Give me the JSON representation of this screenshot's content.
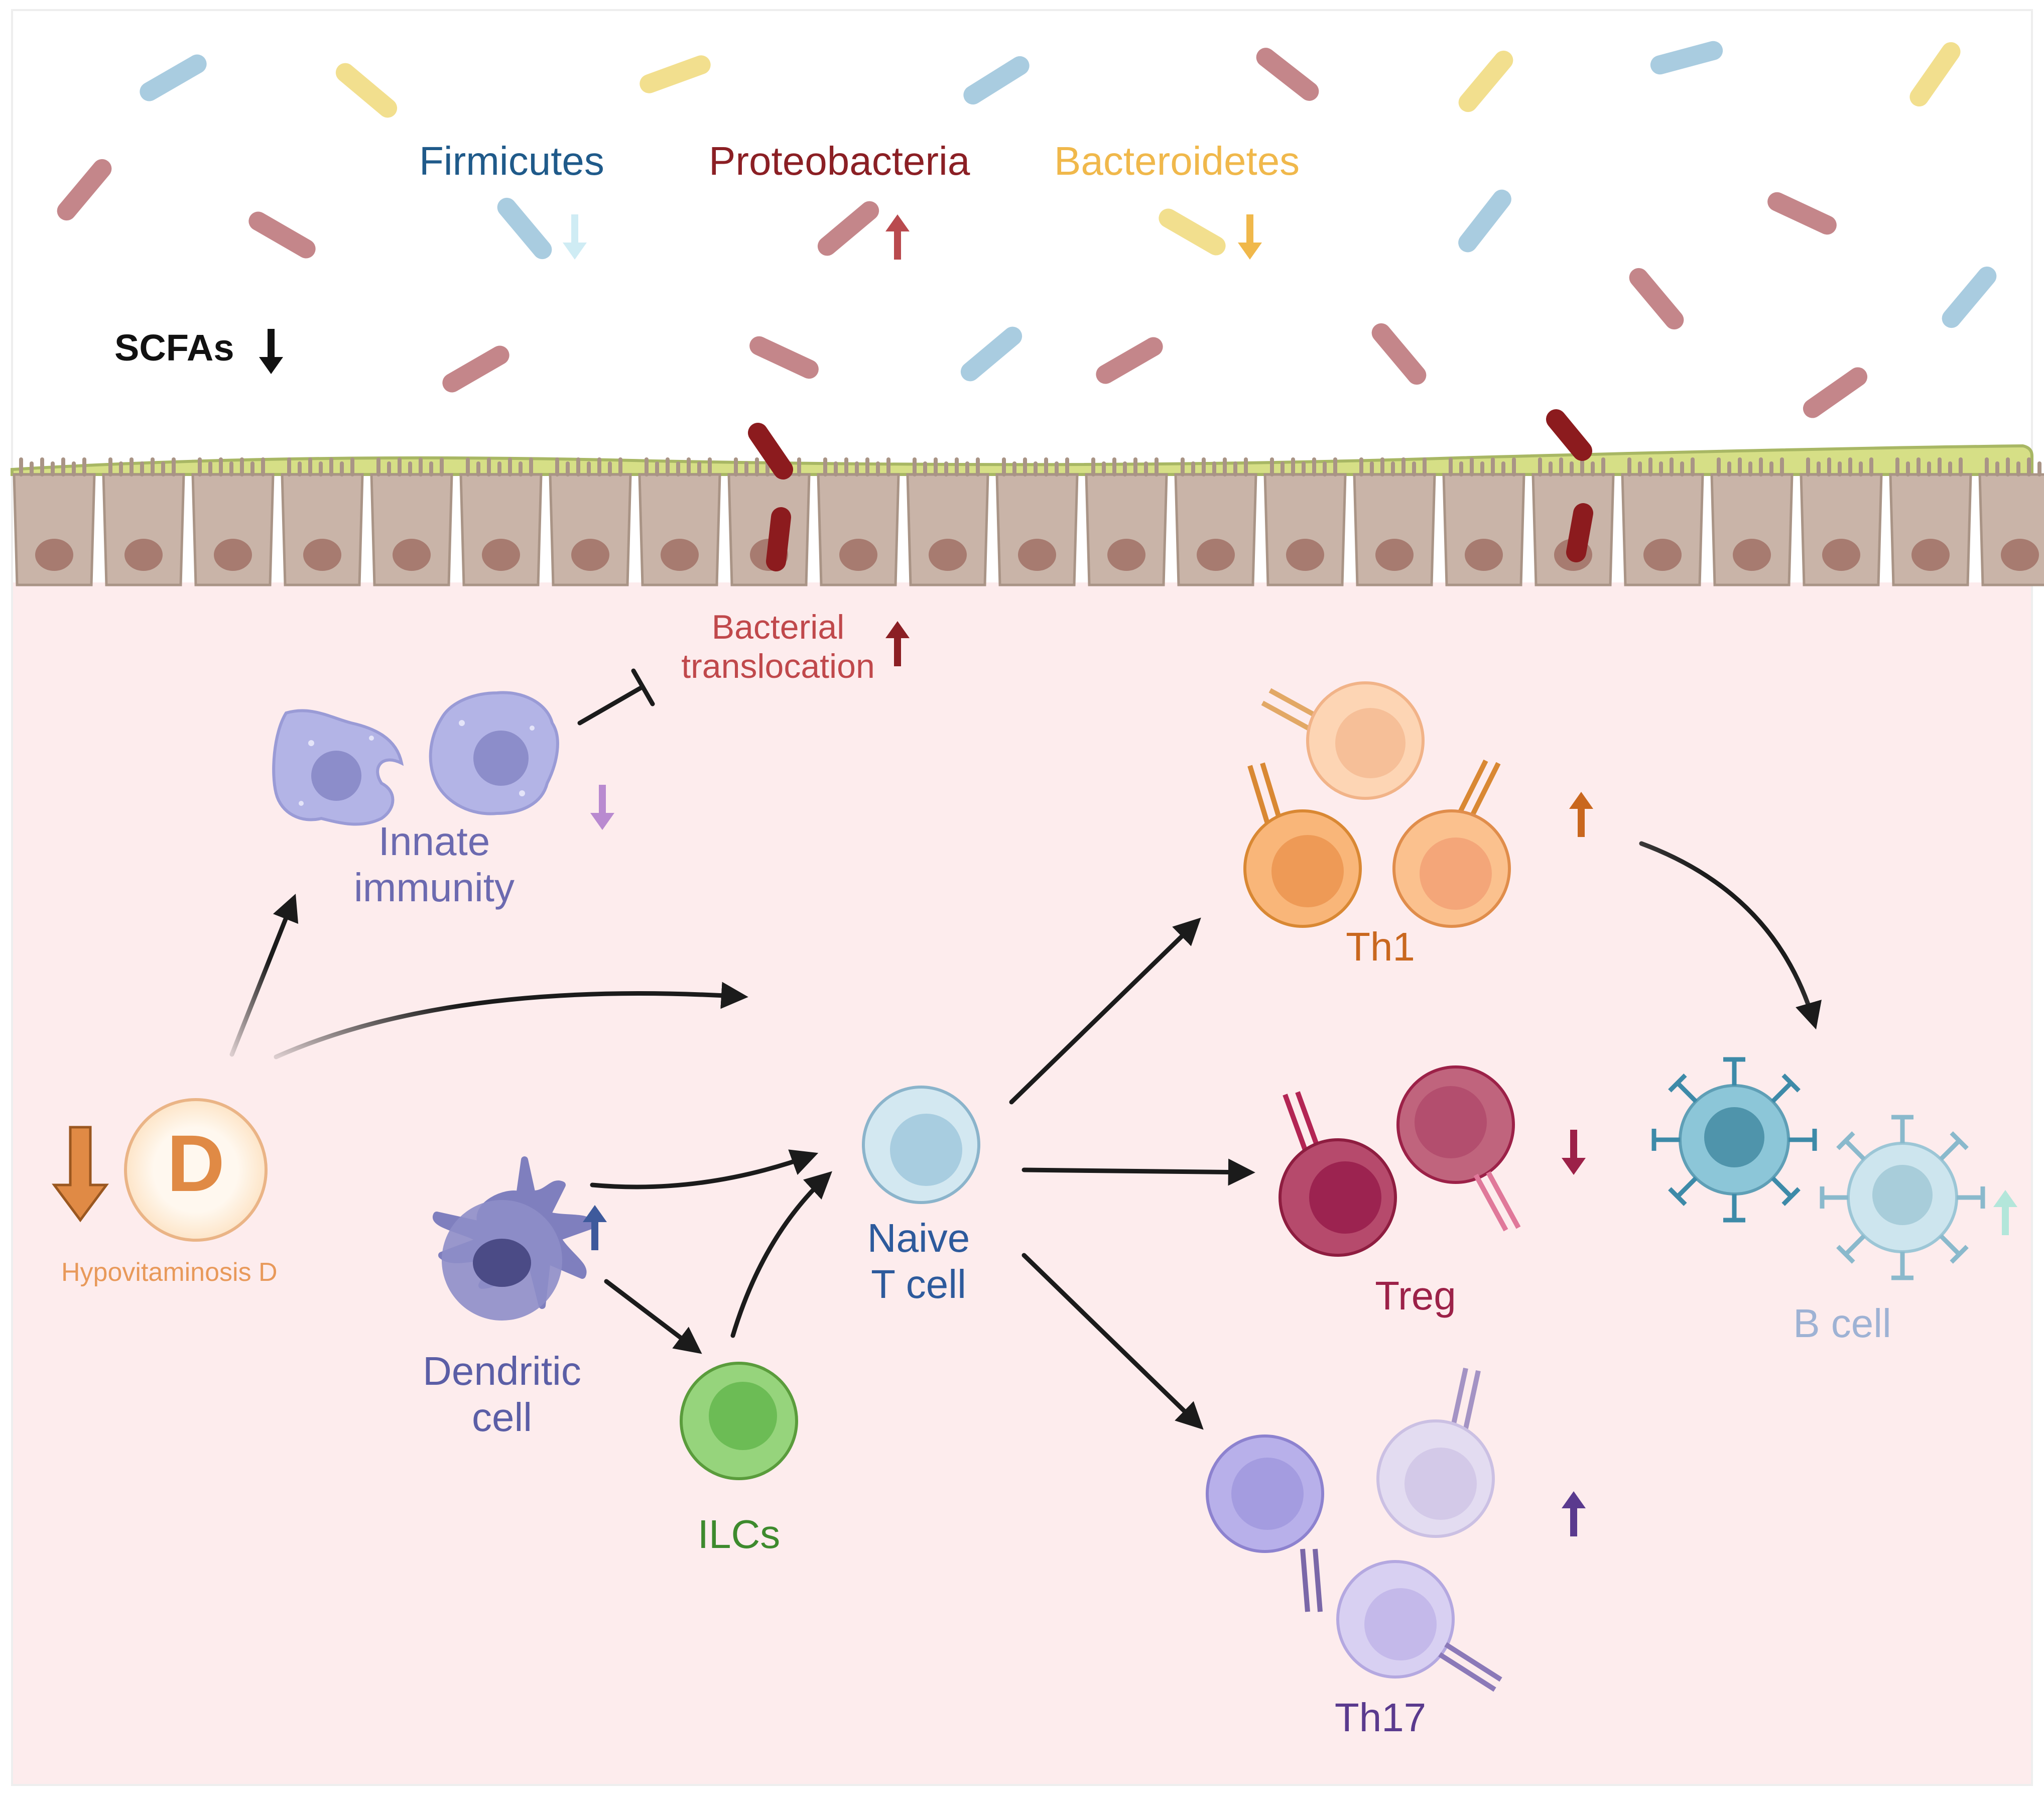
{
  "bacteria_labels": {
    "firmicutes": "Firmicutes",
    "proteobacteria": "Proteobacteria",
    "bacteroidetes": "Bacteroidetes"
  },
  "scfa_label": "SCFAs",
  "translocation": {
    "line1": "Bacterial",
    "line2": "translocation"
  },
  "innate": {
    "line1": "Innate",
    "line2": "immunity"
  },
  "vitamin": {
    "letter": "D",
    "caption": "Hypovitaminosis D"
  },
  "dendritic": {
    "line1": "Dendritic",
    "line2": "cell"
  },
  "ilc_label": "ILCs",
  "naive": {
    "line1": "Naive",
    "line2": "T cell"
  },
  "th1_label": "Th1",
  "treg_label": "Treg",
  "th17_label": "Th17",
  "bcell_label": "B cell",
  "colors": {
    "firmicutes": "#1f5a8a",
    "proteobacteria": "#8b1f24",
    "bacteroidetes": "#f0b84b",
    "bact_blue": "#a9cce0",
    "bact_pink": "#c4868a",
    "bact_yellow": "#f2df8e",
    "bact_dark": "#8c1b1e",
    "tissue": "#fdeced",
    "epithelium": "#c9b4a8",
    "mucus": "#d6df86",
    "innate": "#6c6ab0",
    "vitamin": "#e08a45",
    "dendritic": "#5b5ea6",
    "ilc": "#3d8a2d",
    "naive": "#2d5a9c",
    "th1": "#c9671e",
    "treg": "#9c2148",
    "th17": "#5a3a8e",
    "bcell": "#9eb2d4"
  },
  "trends": {
    "scfas": "down",
    "firmicutes": "down",
    "proteobacteria": "up",
    "bacteroidetes": "down",
    "bacterial_translocation": "up",
    "innate_immunity": "down",
    "vitamin_d": "down",
    "dendritic_cell": "up",
    "th1": "up",
    "treg": "down",
    "th17": "up",
    "b_cell": "up"
  },
  "icons": [
    "bacteria-rod-icon",
    "epithelial-cell-icon",
    "macrophage-icon",
    "dendritic-cell-icon",
    "lymphocyte-icon",
    "b-cell-icon",
    "tcr-receptor-icon",
    "trend-arrow-icon"
  ]
}
